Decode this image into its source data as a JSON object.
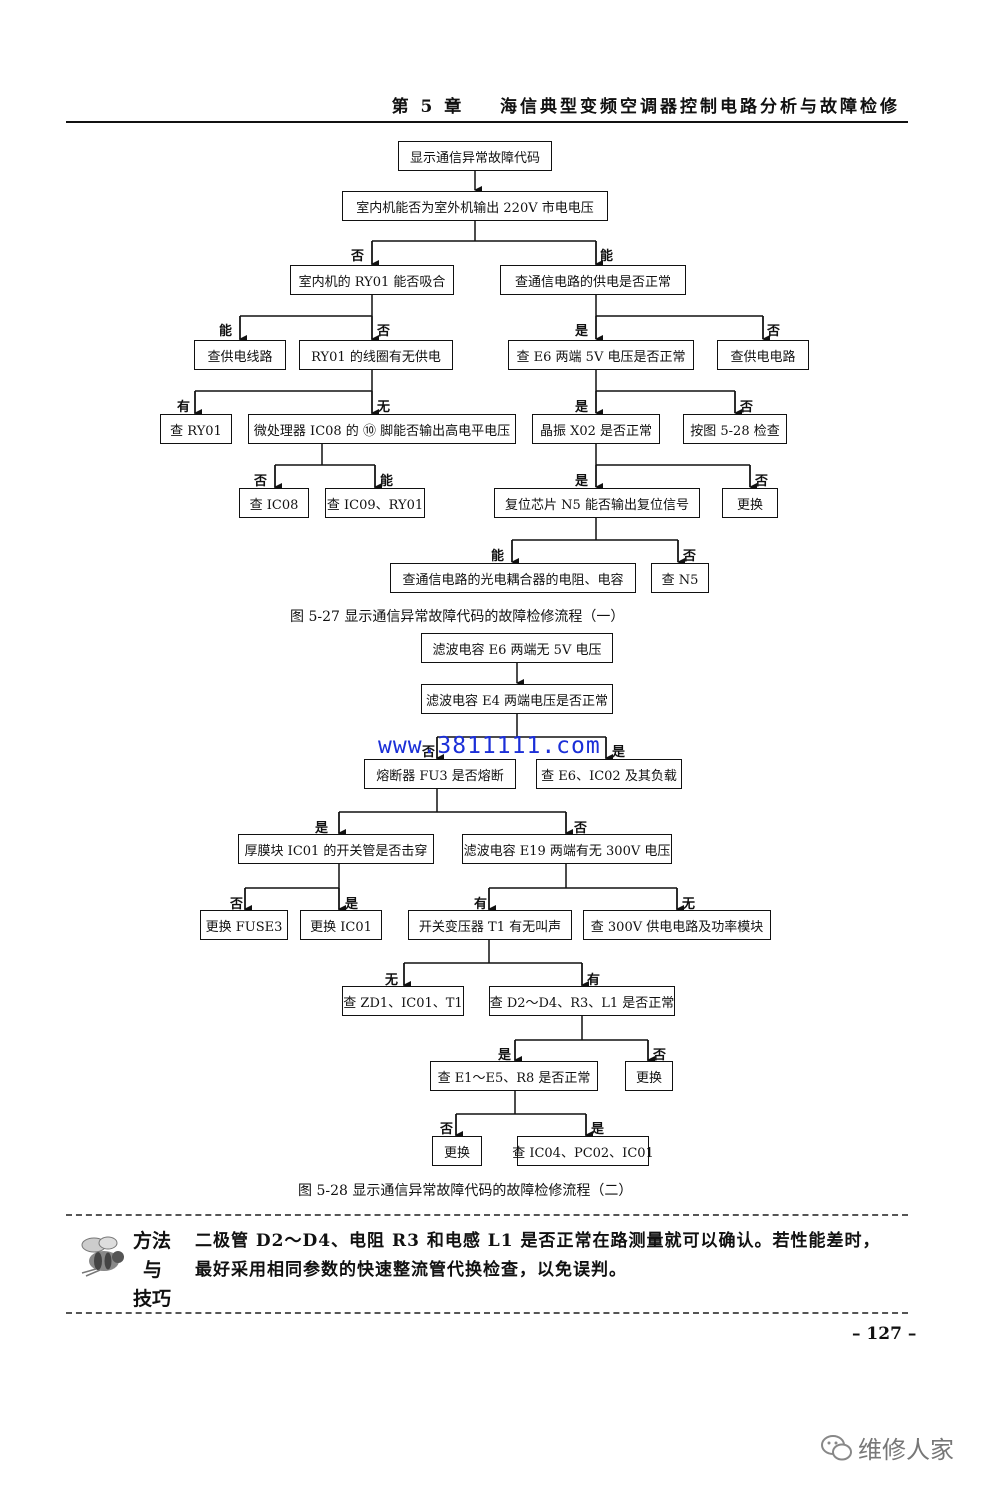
{
  "header": {
    "chapter": "第 5 章",
    "title": "海信典型变频空调器控制电路分析与故障检修"
  },
  "flow1": {
    "caption": "图 5-27    显示通信异常故障代码的故障检修流程（一）",
    "n1": "显示通信异常故障代码",
    "n2": "室内机能否为室外机输出 220V 市电电压",
    "n3": "室内机的 RY01 能否吸合",
    "n4": "查通信电路的供电是否正常",
    "n5": "查供电线路",
    "n6": "RY01 的线圈有无供电",
    "n7": "查 E6 两端 5V 电压是否正常",
    "n8": "查供电电路",
    "n9": "查 RY01",
    "n10": "微处理器 IC08 的 ⑩ 脚能否输出高电平电压",
    "n11": "晶振 X02 是否正常",
    "n12": "按图 5-28 检查",
    "n13": "查 IC08",
    "n14": "查 IC09、RY01",
    "n15": "复位芯片 N5 能否输出复位信号",
    "n16": "更换",
    "n17": "查通信电路的光电耦合器的电阻、电容",
    "n18": "查 N5",
    "l_no_a": "否",
    "l_yes_a": "能",
    "l_yes_b": "能",
    "l_no_b": "否",
    "l_yes_c": "是",
    "l_no_c": "否",
    "l_have_d": "有",
    "l_none_d": "无",
    "l_yes_e": "是",
    "l_no_e": "否",
    "l_no_f": "否",
    "l_yes_f": "能",
    "l_yes_g": "是",
    "l_no_g": "否",
    "l_yes_h": "能",
    "l_no_h": "否"
  },
  "flow2": {
    "caption": "图 5-28    显示通信异常故障代码的故障检修流程（二）",
    "m1": "滤波电容 E6 两端无 5V 电压",
    "m2": "滤波电容 E4 两端电压是否正常",
    "m3": "熔断器 FU3 是否熔断",
    "m4": "查 E6、IC02 及其负载",
    "m5": "厚膜块 IC01 的开关管是否击穿",
    "m6": "滤波电容 E19 两端有无 300V 电压",
    "m7": "更换 FUSE3",
    "m8": "更换 IC01",
    "m9": "开关变压器 T1 有无叫声",
    "m10": "查 300V 供电电路及功率模块",
    "m11": "查 ZD1、IC01、T1",
    "m12": "查 D2～D4、R3、L1 是否正常",
    "m13": "查 E1～E5、R8 是否正常",
    "m14": "更换",
    "m15": "更换",
    "m16": "查 IC04、PC02、IC01",
    "k_no_a": "否",
    "k_yes_a": "是",
    "k_yes_b": "是",
    "k_no_b": "否",
    "k_no_c": "否",
    "k_yes_c": "是",
    "k_have_d": "有",
    "k_none_d": "无",
    "k_none_e": "无",
    "k_have_e": "有",
    "k_yes_f": "是",
    "k_no_f": "否",
    "k_no_g": "否",
    "k_yes_g": "是"
  },
  "watermark": "www.3811111.com",
  "tips": {
    "label1": "方法",
    "label2": "与",
    "label3": "技巧",
    "line1": "二极管 D2～D4、电阻 R3 和电感 L1 是否正常在路测量就可以确认。若性能差时，",
    "line2": "最好采用相同参数的快速整流管代换检查，以免误判。"
  },
  "page_number": "– 127 –",
  "signature": "维修人家"
}
